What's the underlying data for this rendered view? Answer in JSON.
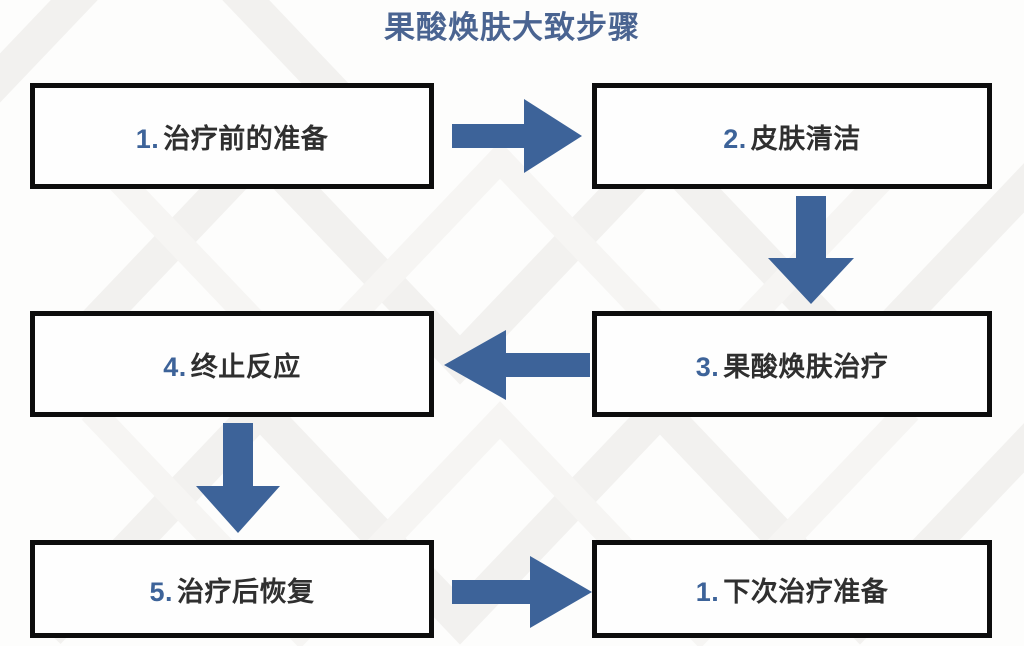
{
  "title": "果酸焕肤大致步骤",
  "colors": {
    "title": "#4a6491",
    "arrow": "#3d6399",
    "box_border": "#0d0d0d",
    "step_number": "#3d6399",
    "step_text": "#2f2f2f",
    "background": "#fdfdfc"
  },
  "steps": [
    {
      "id": "box-1",
      "num": "1.",
      "text": "治疗前的准备"
    },
    {
      "id": "box-2",
      "num": "2.",
      "text": "皮肤清洁"
    },
    {
      "id": "box-3",
      "num": "3.",
      "text": "果酸焕肤治疗"
    },
    {
      "id": "box-4",
      "num": "4.",
      "text": "终止反应"
    },
    {
      "id": "box-5",
      "num": "5.",
      "text": "治疗后恢复"
    },
    {
      "id": "box-6",
      "num": "1.",
      "text": "下次治疗准备"
    }
  ],
  "arrows": [
    {
      "name": "arrow-step1-to-step2",
      "direction": "right"
    },
    {
      "name": "arrow-step2-to-step3",
      "direction": "down"
    },
    {
      "name": "arrow-step3-to-step4",
      "direction": "left"
    },
    {
      "name": "arrow-step4-to-step5",
      "direction": "down"
    },
    {
      "name": "arrow-step5-to-step6",
      "direction": "right"
    }
  ],
  "chart_data": {
    "type": "diagram",
    "diagram_type": "flowchart",
    "title": "果酸焕肤大致步骤",
    "layout": "2-column serpentine, 3 rows",
    "nodes": [
      {
        "order": 1,
        "label": "1. 治疗前的准备",
        "row": 1,
        "col": 1
      },
      {
        "order": 2,
        "label": "2. 皮肤清洁",
        "row": 1,
        "col": 2
      },
      {
        "order": 3,
        "label": "3. 果酸焕肤治疗",
        "row": 2,
        "col": 2
      },
      {
        "order": 4,
        "label": "4. 终止反应",
        "row": 2,
        "col": 1
      },
      {
        "order": 5,
        "label": "5. 治疗后恢复",
        "row": 3,
        "col": 1
      },
      {
        "order": 6,
        "label": "1. 下次治疗准备",
        "row": 3,
        "col": 2
      }
    ],
    "edges": [
      {
        "from": "1. 治疗前的准备",
        "to": "2. 皮肤清洁",
        "direction": "right"
      },
      {
        "from": "2. 皮肤清洁",
        "to": "3. 果酸焕肤治疗",
        "direction": "down"
      },
      {
        "from": "3. 果酸焕肤治疗",
        "to": "4. 终止反应",
        "direction": "left"
      },
      {
        "from": "4. 终止反应",
        "to": "5. 治疗后恢复",
        "direction": "down"
      },
      {
        "from": "5. 治疗后恢复",
        "to": "1. 下次治疗准备",
        "direction": "right"
      }
    ]
  }
}
